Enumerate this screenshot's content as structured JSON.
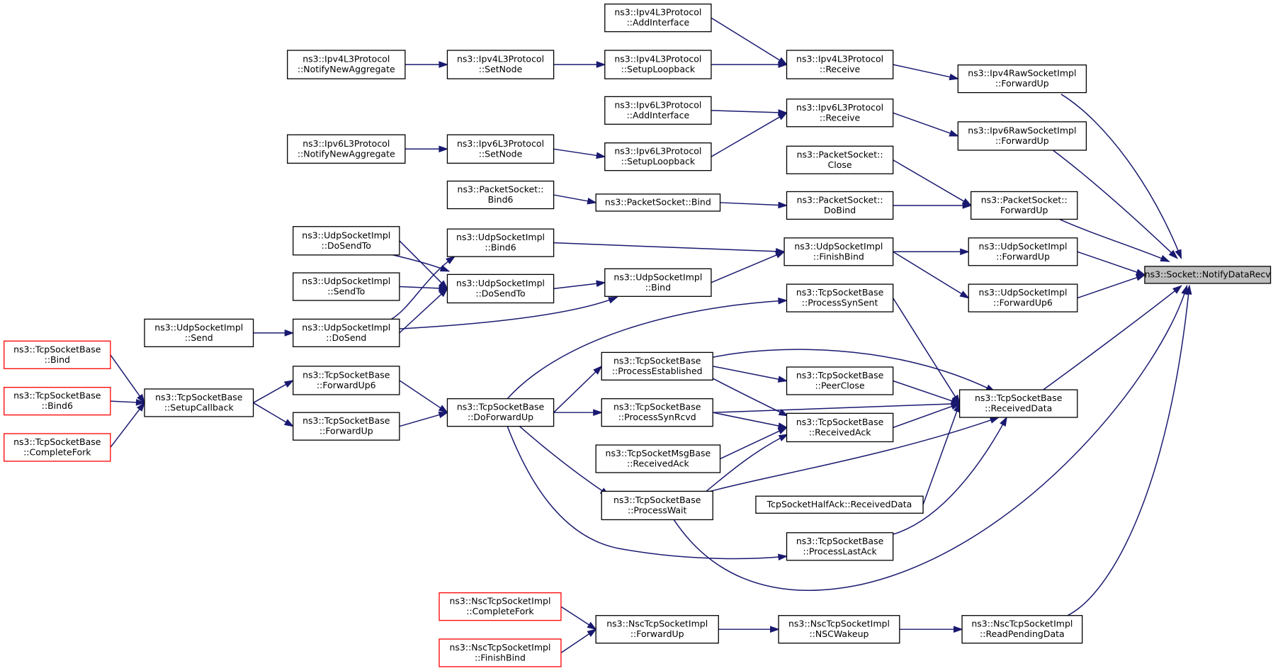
{
  "graph": {
    "edge_color": "#191970",
    "root_fill": "#bfbfbf",
    "external_border_color": "#ff0000",
    "nodes": [
      {
        "id": "root",
        "lines": [
          "ns3::Socket::NotifyDataRecv"
        ],
        "style": "root"
      },
      {
        "id": "ipv4raw",
        "lines": [
          "ns3::Ipv4RawSocketImpl",
          "::ForwardUp"
        ]
      },
      {
        "id": "ipv4l3recv",
        "lines": [
          "ns3::Ipv4L3Protocol",
          "::Receive"
        ]
      },
      {
        "id": "ipv4l3addif",
        "lines": [
          "ns3::Ipv4L3Protocol",
          "::AddInterface"
        ]
      },
      {
        "id": "ipv4l3loop",
        "lines": [
          "ns3::Ipv4L3Protocol",
          "::SetupLoopback"
        ]
      },
      {
        "id": "ipv4l3setnode",
        "lines": [
          "ns3::Ipv4L3Protocol",
          "::SetNode"
        ]
      },
      {
        "id": "ipv4l3nna",
        "lines": [
          "ns3::Ipv4L3Protocol",
          "::NotifyNewAggregate"
        ]
      },
      {
        "id": "ipv6raw",
        "lines": [
          "ns3::Ipv6RawSocketImpl",
          "::ForwardUp"
        ]
      },
      {
        "id": "ipv6l3recv",
        "lines": [
          "ns3::Ipv6L3Protocol",
          "::Receive"
        ]
      },
      {
        "id": "ipv6l3addif",
        "lines": [
          "ns3::Ipv6L3Protocol",
          "::AddInterface"
        ]
      },
      {
        "id": "ipv6l3loop",
        "lines": [
          "ns3::Ipv6L3Protocol",
          "::SetupLoopback"
        ]
      },
      {
        "id": "ipv6l3setnode",
        "lines": [
          "ns3::Ipv6L3Protocol",
          "::SetNode"
        ]
      },
      {
        "id": "ipv6l3nna",
        "lines": [
          "ns3::Ipv6L3Protocol",
          "::NotifyNewAggregate"
        ]
      },
      {
        "id": "pktfwd",
        "lines": [
          "ns3::PacketSocket::",
          "ForwardUp"
        ]
      },
      {
        "id": "pktclose",
        "lines": [
          "ns3::PacketSocket::",
          "Close"
        ]
      },
      {
        "id": "pktdobind",
        "lines": [
          "ns3::PacketSocket::",
          "DoBind"
        ]
      },
      {
        "id": "pktbind",
        "lines": [
          "ns3::PacketSocket::Bind"
        ]
      },
      {
        "id": "pktbind6",
        "lines": [
          "ns3::PacketSocket::",
          "Bind6"
        ]
      },
      {
        "id": "udpfwd",
        "lines": [
          "ns3::UdpSocketImpl",
          "::ForwardUp"
        ]
      },
      {
        "id": "udpfwd6",
        "lines": [
          "ns3::UdpSocketImpl",
          "::ForwardUp6"
        ]
      },
      {
        "id": "udpfinish",
        "lines": [
          "ns3::UdpSocketImpl",
          "::FinishBind"
        ]
      },
      {
        "id": "udpbind6",
        "lines": [
          "ns3::UdpSocketImpl",
          "::Bind6"
        ]
      },
      {
        "id": "udpbind",
        "lines": [
          "ns3::UdpSocketImpl",
          "::Bind"
        ]
      },
      {
        "id": "udpdosendto",
        "lines": [
          "ns3::UdpSocketImpl",
          "::DoSendTo"
        ]
      },
      {
        "id": "udpdosendto2",
        "lines": [
          "ns3::UdpSocketImpl",
          "::DoSendTo"
        ]
      },
      {
        "id": "udpsendto",
        "lines": [
          "ns3::UdpSocketImpl",
          "::SendTo"
        ]
      },
      {
        "id": "udpdosend",
        "lines": [
          "ns3::UdpSocketImpl",
          "::DoSend"
        ]
      },
      {
        "id": "udpsend",
        "lines": [
          "ns3::UdpSocketImpl",
          "::Send"
        ]
      },
      {
        "id": "tcprecvdata",
        "lines": [
          "ns3::TcpSocketBase",
          "::ReceivedData"
        ]
      },
      {
        "id": "tcpsynsent",
        "lines": [
          "ns3::TcpSocketBase",
          "::ProcessSynSent"
        ]
      },
      {
        "id": "tcppeerclose",
        "lines": [
          "ns3::TcpSocketBase",
          "::PeerClose"
        ]
      },
      {
        "id": "tcprecvack",
        "lines": [
          "ns3::TcpSocketBase",
          "::ReceivedAck"
        ]
      },
      {
        "id": "tcpestab",
        "lines": [
          "ns3::TcpSocketBase",
          "::ProcessEstablished"
        ]
      },
      {
        "id": "tcpsynrcvd",
        "lines": [
          "ns3::TcpSocketBase",
          "::ProcessSynRcvd"
        ]
      },
      {
        "id": "tcpmsgack",
        "lines": [
          "ns3::TcpSocketMsgBase",
          "::ReceivedAck"
        ]
      },
      {
        "id": "halfack",
        "lines": [
          "TcpSocketHalfAck::ReceivedData"
        ]
      },
      {
        "id": "tcpwait",
        "lines": [
          "ns3::TcpSocketBase",
          "::ProcessWait"
        ]
      },
      {
        "id": "tcplastack",
        "lines": [
          "ns3::TcpSocketBase",
          "::ProcessLastAck"
        ]
      },
      {
        "id": "tcpdofwd",
        "lines": [
          "ns3::TcpSocketBase",
          "::DoForwardUp"
        ]
      },
      {
        "id": "tcpfwd6",
        "lines": [
          "ns3::TcpSocketBase",
          "::ForwardUp6"
        ]
      },
      {
        "id": "tcpfwd",
        "lines": [
          "ns3::TcpSocketBase",
          "::ForwardUp"
        ]
      },
      {
        "id": "tcpsetupcb",
        "lines": [
          "ns3::TcpSocketBase",
          "::SetupCallback"
        ]
      },
      {
        "id": "tcpbind",
        "lines": [
          "ns3::TcpSocketBase",
          "::Bind"
        ],
        "style": "red"
      },
      {
        "id": "tcpbind6",
        "lines": [
          "ns3::TcpSocketBase",
          "::Bind6"
        ],
        "style": "red"
      },
      {
        "id": "tcpcomplete",
        "lines": [
          "ns3::TcpSocketBase",
          "::CompleteFork"
        ],
        "style": "red"
      },
      {
        "id": "nscread",
        "lines": [
          "ns3::NscTcpSocketImpl",
          "::ReadPendingData"
        ]
      },
      {
        "id": "nscwake",
        "lines": [
          "ns3::NscTcpSocketImpl",
          "::NSCWakeup"
        ]
      },
      {
        "id": "nscfwd",
        "lines": [
          "ns3::NscTcpSocketImpl",
          "::ForwardUp"
        ]
      },
      {
        "id": "nsccomplete",
        "lines": [
          "ns3::NscTcpSocketImpl",
          "::CompleteFork"
        ],
        "style": "red"
      },
      {
        "id": "nscfinish",
        "lines": [
          "ns3::NscTcpSocketImpl",
          "::FinishBind"
        ],
        "style": "red"
      }
    ],
    "edges": [
      [
        "ipv4raw",
        "root"
      ],
      [
        "ipv6raw",
        "root"
      ],
      [
        "pktfwd",
        "root"
      ],
      [
        "udpfwd",
        "root"
      ],
      [
        "udpfwd6",
        "root"
      ],
      [
        "tcprecvdata",
        "root"
      ],
      [
        "tcpwait",
        "root"
      ],
      [
        "nscread",
        "root"
      ],
      [
        "ipv4l3recv",
        "ipv4raw"
      ],
      [
        "ipv4l3addif",
        "ipv4l3recv"
      ],
      [
        "ipv4l3loop",
        "ipv4l3recv"
      ],
      [
        "ipv4l3setnode",
        "ipv4l3loop"
      ],
      [
        "ipv4l3nna",
        "ipv4l3setnode"
      ],
      [
        "ipv6l3recv",
        "ipv6raw"
      ],
      [
        "ipv6l3addif",
        "ipv6l3recv"
      ],
      [
        "ipv6l3loop",
        "ipv6l3recv"
      ],
      [
        "ipv6l3setnode",
        "ipv6l3loop"
      ],
      [
        "ipv6l3nna",
        "ipv6l3setnode"
      ],
      [
        "pktclose",
        "pktfwd"
      ],
      [
        "pktdobind",
        "pktfwd"
      ],
      [
        "pktbind",
        "pktdobind"
      ],
      [
        "pktbind6",
        "pktbind"
      ],
      [
        "udpfinish",
        "udpfwd"
      ],
      [
        "udpfinish",
        "udpfwd6"
      ],
      [
        "udpbind6",
        "udpfinish"
      ],
      [
        "udpbind",
        "udpfinish"
      ],
      [
        "udpdosendto",
        "udpbind6"
      ],
      [
        "udpdosend",
        "udpbind6"
      ],
      [
        "udpdosendto",
        "udpdosendto2"
      ],
      [
        "udpsendto",
        "udpdosendto2"
      ],
      [
        "udpdosend",
        "udpdosendto2"
      ],
      [
        "udpdosendto2",
        "udpbind"
      ],
      [
        "udpdosend",
        "udpbind"
      ],
      [
        "udpsend",
        "udpdosend"
      ],
      [
        "tcpsynsent",
        "tcprecvdata"
      ],
      [
        "tcpestab",
        "tcprecvdata"
      ],
      [
        "tcppeerclose",
        "tcprecvdata"
      ],
      [
        "tcprecvack",
        "tcprecvdata"
      ],
      [
        "tcpsynrcvd",
        "tcprecvdata"
      ],
      [
        "tcpwait",
        "tcprecvdata"
      ],
      [
        "halfack",
        "tcprecvdata"
      ],
      [
        "tcplastack",
        "tcprecvdata"
      ],
      [
        "tcpestab",
        "tcppeerclose"
      ],
      [
        "tcpestab",
        "tcprecvack"
      ],
      [
        "tcpsynrcvd",
        "tcprecvack"
      ],
      [
        "tcpmsgack",
        "tcprecvack"
      ],
      [
        "tcpwait",
        "tcprecvack"
      ],
      [
        "tcpdofwd",
        "tcpsynsent"
      ],
      [
        "tcpdofwd",
        "tcpestab"
      ],
      [
        "tcpdofwd",
        "tcpsynrcvd"
      ],
      [
        "tcpdofwd",
        "tcpwait"
      ],
      [
        "tcpdofwd",
        "tcplastack"
      ],
      [
        "tcpfwd6",
        "tcpdofwd"
      ],
      [
        "tcpfwd",
        "tcpdofwd"
      ],
      [
        "tcpsetupcb",
        "tcpfwd6"
      ],
      [
        "tcpsetupcb",
        "tcpfwd"
      ],
      [
        "tcpbind",
        "tcpsetupcb"
      ],
      [
        "tcpbind6",
        "tcpsetupcb"
      ],
      [
        "tcpcomplete",
        "tcpsetupcb"
      ],
      [
        "nscwake",
        "nscread"
      ],
      [
        "nscfwd",
        "nscwake"
      ],
      [
        "nsccomplete",
        "nscfwd"
      ],
      [
        "nscfinish",
        "nscfwd"
      ]
    ]
  }
}
